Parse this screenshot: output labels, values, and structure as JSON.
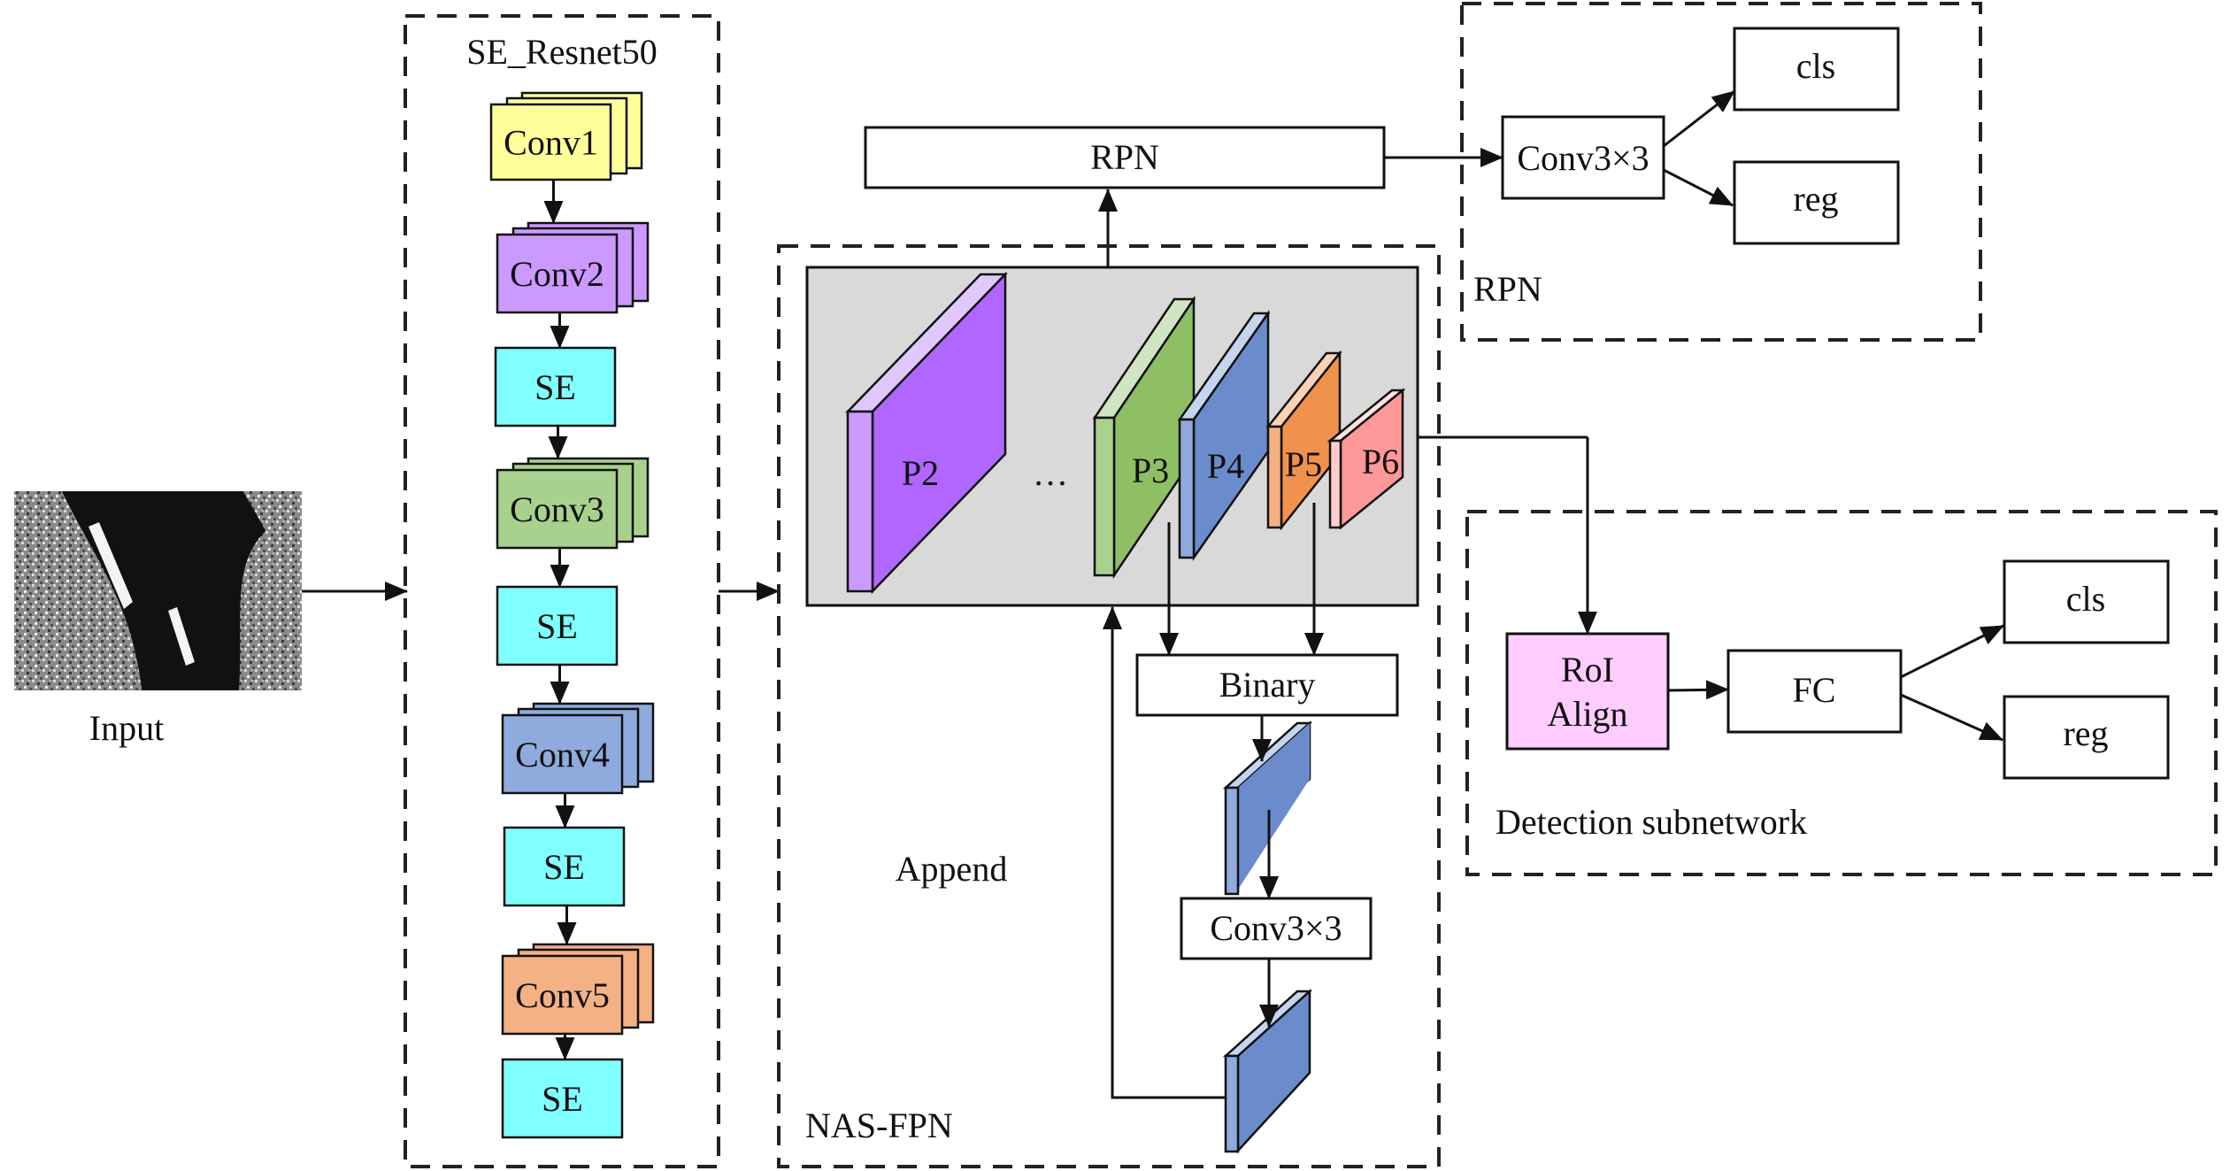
{
  "colors": {
    "conv1": "#ffff99",
    "conv2": "#cc99ff",
    "conv3": "#a9d18e",
    "conv4": "#8faadc",
    "conv5": "#f4b183",
    "se": "#80ffff",
    "p2": "#b066ff",
    "p2_side": "#cc99ff",
    "p2_top": "#e0c8ff",
    "p3": "#8fbf65",
    "p3_side": "#a9d18e",
    "p3_top": "#d0e6c3",
    "p4": "#6a8ccc",
    "p4_side": "#8faadc",
    "p4_top": "#c5d4ef",
    "p5": "#f0914d",
    "p5_side": "#f4b183",
    "p5_top": "#fad2b5",
    "p6": "#ff9898",
    "p6_side": "#ffcccc",
    "p6_top": "#ffe2e2",
    "roi_align": "#ffccff",
    "pyramid_bg": "#d9d9d9"
  },
  "input": {
    "label": "Input"
  },
  "backbone": {
    "title": "SE_Resnet50",
    "blocks": [
      {
        "label": "Conv1",
        "kind": "conv1"
      },
      {
        "label": "Conv2",
        "kind": "conv2"
      },
      {
        "label": "SE",
        "kind": "se"
      },
      {
        "label": "Conv3",
        "kind": "conv3"
      },
      {
        "label": "SE",
        "kind": "se"
      },
      {
        "label": "Conv4",
        "kind": "conv4"
      },
      {
        "label": "SE",
        "kind": "se"
      },
      {
        "label": "Conv5",
        "kind": "conv5"
      },
      {
        "label": "SE",
        "kind": "se"
      }
    ]
  },
  "nasfpn": {
    "title": "NAS-FPN",
    "levels": [
      {
        "label": "P2",
        "kind": "p2"
      },
      {
        "label": "P3",
        "kind": "p3"
      },
      {
        "label": "P4",
        "kind": "p4"
      },
      {
        "label": "P5",
        "kind": "p5"
      },
      {
        "label": "P6",
        "kind": "p6"
      }
    ],
    "ellipsis": "…",
    "binary_label": "Binary",
    "conv_label": "Conv3×3",
    "append_label": "Append"
  },
  "rpn_box": {
    "label": "RPN"
  },
  "rpn_head": {
    "title": "RPN",
    "conv_label": "Conv3×3",
    "cls_label": "cls",
    "reg_label": "reg"
  },
  "detection": {
    "title": "Detection subnetwork",
    "roi_line1": "RoI",
    "roi_line2": "Align",
    "fc_label": "FC",
    "cls_label": "cls",
    "reg_label": "reg"
  }
}
